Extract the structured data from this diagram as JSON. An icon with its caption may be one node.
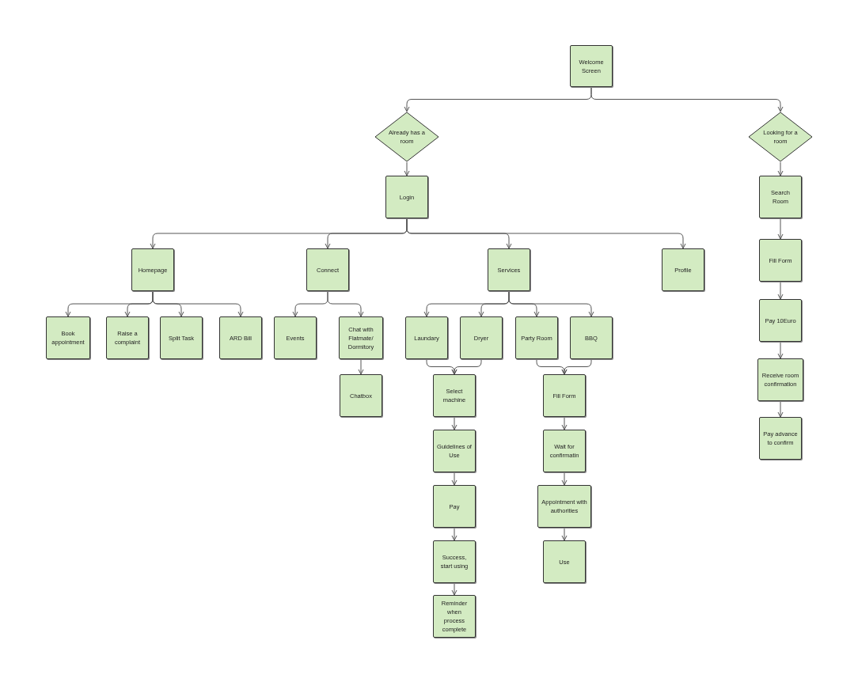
{
  "diagram": {
    "nodes": [
      {
        "text": [
          "Welcome Screen"
        ]
      },
      {
        "text": [
          "Already has a room"
        ]
      },
      {
        "text": [
          "Looking for a room"
        ]
      },
      {
        "text": [
          "Login"
        ]
      },
      {
        "text": [
          "Homepage"
        ]
      },
      {
        "text": [
          "Connect"
        ]
      },
      {
        "text": [
          "Services"
        ]
      },
      {
        "text": [
          "Profile"
        ]
      },
      {
        "text": [
          "Book appointment"
        ]
      },
      {
        "text": [
          "Raise a complaint"
        ]
      },
      {
        "text": [
          "Split Task"
        ]
      },
      {
        "text": [
          "ARD Bill"
        ]
      },
      {
        "text": [
          "Events"
        ]
      },
      {
        "text": [
          "Chat with Flatmate/ Dormitory"
        ]
      },
      {
        "text": [
          "Chatbox"
        ]
      },
      {
        "text": [
          "Laundary"
        ]
      },
      {
        "text": [
          "Dryer"
        ]
      },
      {
        "text": [
          "Party Room"
        ]
      },
      {
        "text": [
          "BBQ"
        ]
      },
      {
        "text": [
          "Select machine"
        ]
      },
      {
        "text": [
          "Guidelines of Use"
        ]
      },
      {
        "text": [
          "Pay"
        ]
      },
      {
        "text": [
          "Success, start using"
        ]
      },
      {
        "text": [
          "Reminder when process complete"
        ]
      },
      {
        "text": [
          "Fill Form"
        ]
      },
      {
        "text": [
          "Wait for confirmatin"
        ]
      },
      {
        "text": [
          "Appointment with authorities"
        ]
      },
      {
        "text": [
          "Use"
        ]
      },
      {
        "text": [
          "Search Room"
        ]
      },
      {
        "text": [
          "Fill Form"
        ]
      },
      {
        "text": [
          "Pay 10Euro"
        ]
      },
      {
        "text": [
          "Receive room confirmation"
        ]
      },
      {
        "text": [
          "Pay advance to confirm"
        ]
      }
    ],
    "edges": [
      {
        "from": 0,
        "to": 1,
        "arrow": "to"
      },
      {
        "from": 0,
        "to": 2,
        "arrow": "to"
      },
      {
        "from": 1,
        "to": 3,
        "arrow": "to"
      },
      {
        "from": 3,
        "to": 4,
        "arrow": "to"
      },
      {
        "from": 3,
        "to": 5,
        "arrow": "to"
      },
      {
        "from": 3,
        "to": 6,
        "arrow": "to"
      },
      {
        "from": 3,
        "to": 7,
        "arrow": "to"
      },
      {
        "from": 4,
        "to": 8,
        "arrow": "to"
      },
      {
        "from": 4,
        "to": 9,
        "arrow": "to"
      },
      {
        "from": 4,
        "to": 10,
        "arrow": "to"
      },
      {
        "from": 4,
        "to": 11,
        "arrow": "to"
      },
      {
        "from": 5,
        "to": 12,
        "arrow": "to"
      },
      {
        "from": 5,
        "to": 13,
        "arrow": "to"
      },
      {
        "from": 13,
        "to": 14,
        "arrow": "to"
      },
      {
        "from": 6,
        "to": 15,
        "arrow": "to"
      },
      {
        "from": 6,
        "to": 16,
        "arrow": "to"
      },
      {
        "from": 6,
        "to": 17,
        "arrow": "to"
      },
      {
        "from": 6,
        "to": 18,
        "arrow": "to"
      },
      {
        "from": 15,
        "to": 19,
        "arrow": "to"
      },
      {
        "from": 16,
        "to": 19,
        "arrow": "to"
      },
      {
        "from": 19,
        "to": 20,
        "arrow": "to"
      },
      {
        "from": 20,
        "to": 21,
        "arrow": "to"
      },
      {
        "from": 21,
        "to": 22,
        "arrow": "to"
      },
      {
        "from": 22,
        "to": 23,
        "arrow": "to"
      },
      {
        "from": 17,
        "to": 24,
        "arrow": "to"
      },
      {
        "from": 18,
        "to": 24,
        "arrow": "to"
      },
      {
        "from": 24,
        "to": 25,
        "arrow": "to"
      },
      {
        "from": 25,
        "to": 26,
        "arrow": "to"
      },
      {
        "from": 26,
        "to": 27,
        "arrow": "to"
      },
      {
        "from": 2,
        "to": 28,
        "arrow": "to"
      },
      {
        "from": 28,
        "to": 29,
        "arrow": "to"
      },
      {
        "from": 29,
        "to": 30,
        "arrow": "to"
      },
      {
        "from": 30,
        "to": 31,
        "arrow": "to"
      },
      {
        "from": 31,
        "to": 32,
        "arrow": "to"
      }
    ]
  }
}
